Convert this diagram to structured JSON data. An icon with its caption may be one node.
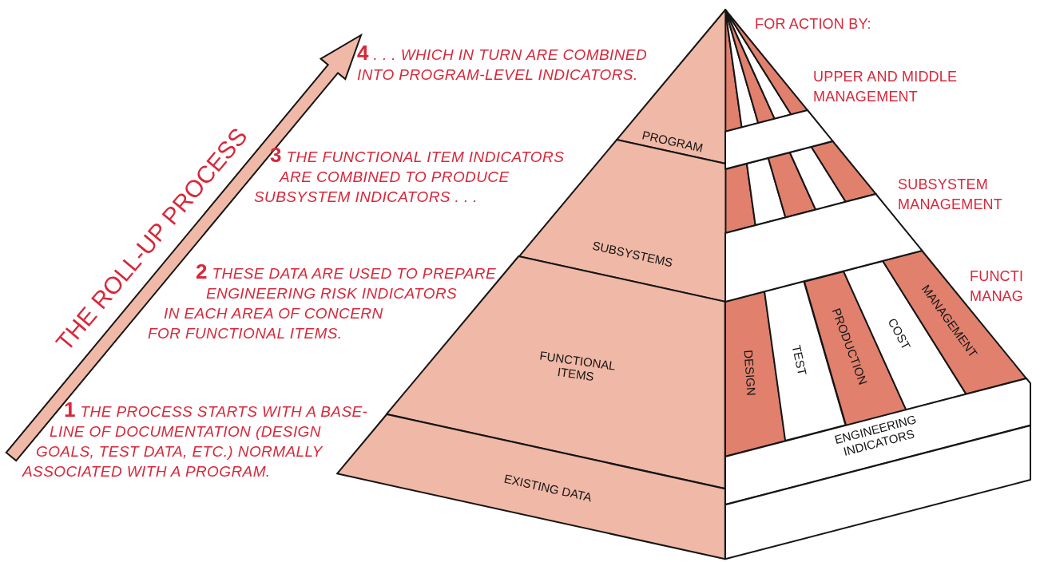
{
  "diagram": {
    "nodes": [
      {
        "text": [
          "PROGRAM"
        ]
      },
      {
        "text": [
          "SUBSYSTEMS"
        ]
      },
      {
        "text": [
          "FUNCTIONAL ITEMS"
        ]
      },
      {
        "text": [
          "EXISTING DATA"
        ]
      },
      {
        "text": [
          "DESIGN"
        ]
      },
      {
        "text": [
          "TEST"
        ]
      },
      {
        "text": [
          "PRODUCTION"
        ]
      },
      {
        "text": [
          "COST"
        ]
      },
      {
        "text": [
          "MANAGEMENT"
        ]
      },
      {
        "text": [
          "ENGINEERING INDICATORS"
        ]
      },
      {
        "text": [],
        "shape": "bar"
      },
      {
        "text": [],
        "shape": "bar"
      },
      {
        "text": [],
        "shape": "bar"
      }
    ],
    "labels": [
      "FOR ACTION BY:",
      "**4** . . . WHICH IN TURN ARE COMBINED INTO PROGRAM-LEVEL INDICATORS.",
      "UPPER AND MIDDLE MANAGEMENT",
      "THE ROLL-UP PROCESS",
      "**3** THE FUNCTIONAL ITEM INDICATORS ARE COMBINED TO PRODUCE SUBSYSTEM INDICATORS . . .",
      "SUBSYSTEM MANAGEMENT",
      "**2** THESE DATA ARE USED TO PREPARE ENGINEERING RISK INDICATORS IN EACH AREA OF CONCERN FOR FUNCTIONAL ITEMS.",
      "FUNCTI MANAG",
      "**1** THE PROCESS STARTS WITH A BASE-LINE OF DOCUMENTATION (DESIGN GOALS, TEST DATA, ETC.) NORMALLY ASSOCIATED WITH A PROGRAM."
    ]
  }
}
